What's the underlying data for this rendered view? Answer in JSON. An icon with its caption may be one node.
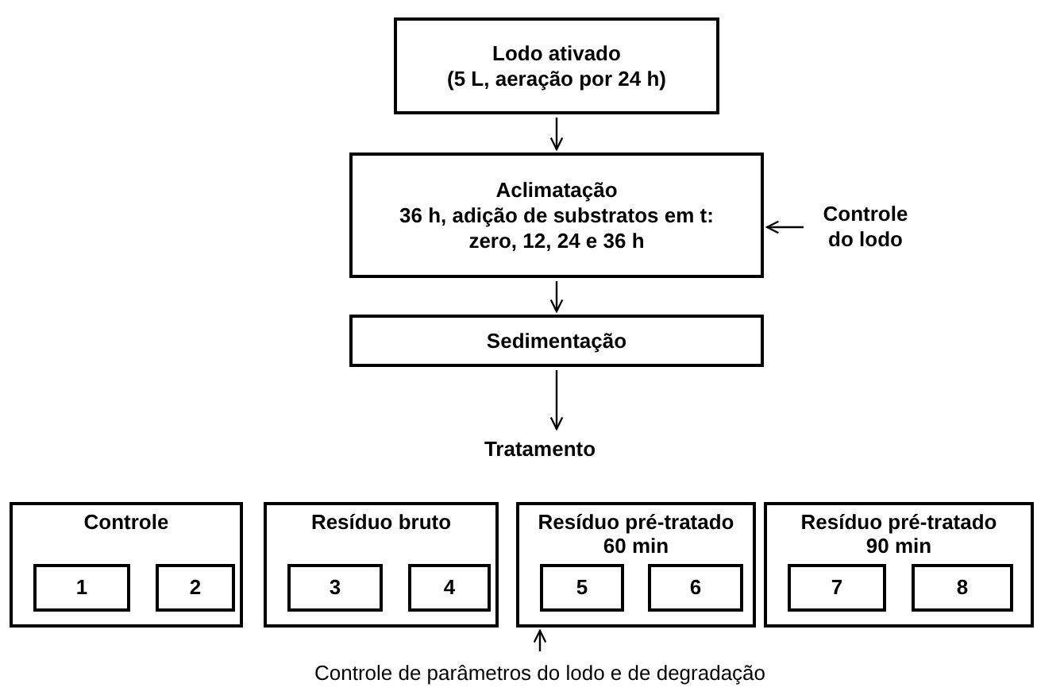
{
  "diagram": {
    "nodes": [
      {
        "text": [
          "Lodo ativado",
          "(5 L, aeração por 24 h)"
        ]
      },
      {
        "text": [
          "Aclimatação",
          "36 h, adição de substratos em t: zero, 12, 24 e 36 h"
        ]
      },
      {
        "text": [
          "Controle do lodo"
        ]
      },
      {
        "text": [
          "Sedimentação"
        ]
      },
      {
        "text": [
          "Tratamento"
        ]
      },
      {
        "text": [
          "Controle"
        ]
      },
      {
        "text": [
          "1"
        ],
        "in": 5
      },
      {
        "text": [
          "2"
        ],
        "in": 5
      },
      {
        "text": [
          "Resíduo bruto"
        ]
      },
      {
        "text": [
          "3"
        ],
        "in": 8
      },
      {
        "text": [
          "4"
        ],
        "in": 8
      },
      {
        "text": [
          "Resíduo pré-tratado 60 min"
        ]
      },
      {
        "text": [
          "5"
        ],
        "in": 11
      },
      {
        "text": [
          "6"
        ],
        "in": 11
      },
      {
        "text": [
          "Resíduo pré-tratado 90 min"
        ]
      },
      {
        "text": [
          "7"
        ],
        "in": 14
      },
      {
        "text": [
          "8"
        ],
        "in": 14
      },
      {
        "text": [
          "Controle de parâmetros do lodo e de degradação"
        ]
      }
    ],
    "edges": [
      {
        "from": 0,
        "to": 1,
        "arrow": "to"
      },
      {
        "from": 2,
        "to": 1,
        "arrow": "to"
      },
      {
        "from": 1,
        "to": 3,
        "arrow": "to"
      },
      {
        "from": 3,
        "to": 4,
        "arrow": "to"
      },
      {
        "from": 17,
        "to": 11,
        "arrow": "to"
      }
    ]
  }
}
